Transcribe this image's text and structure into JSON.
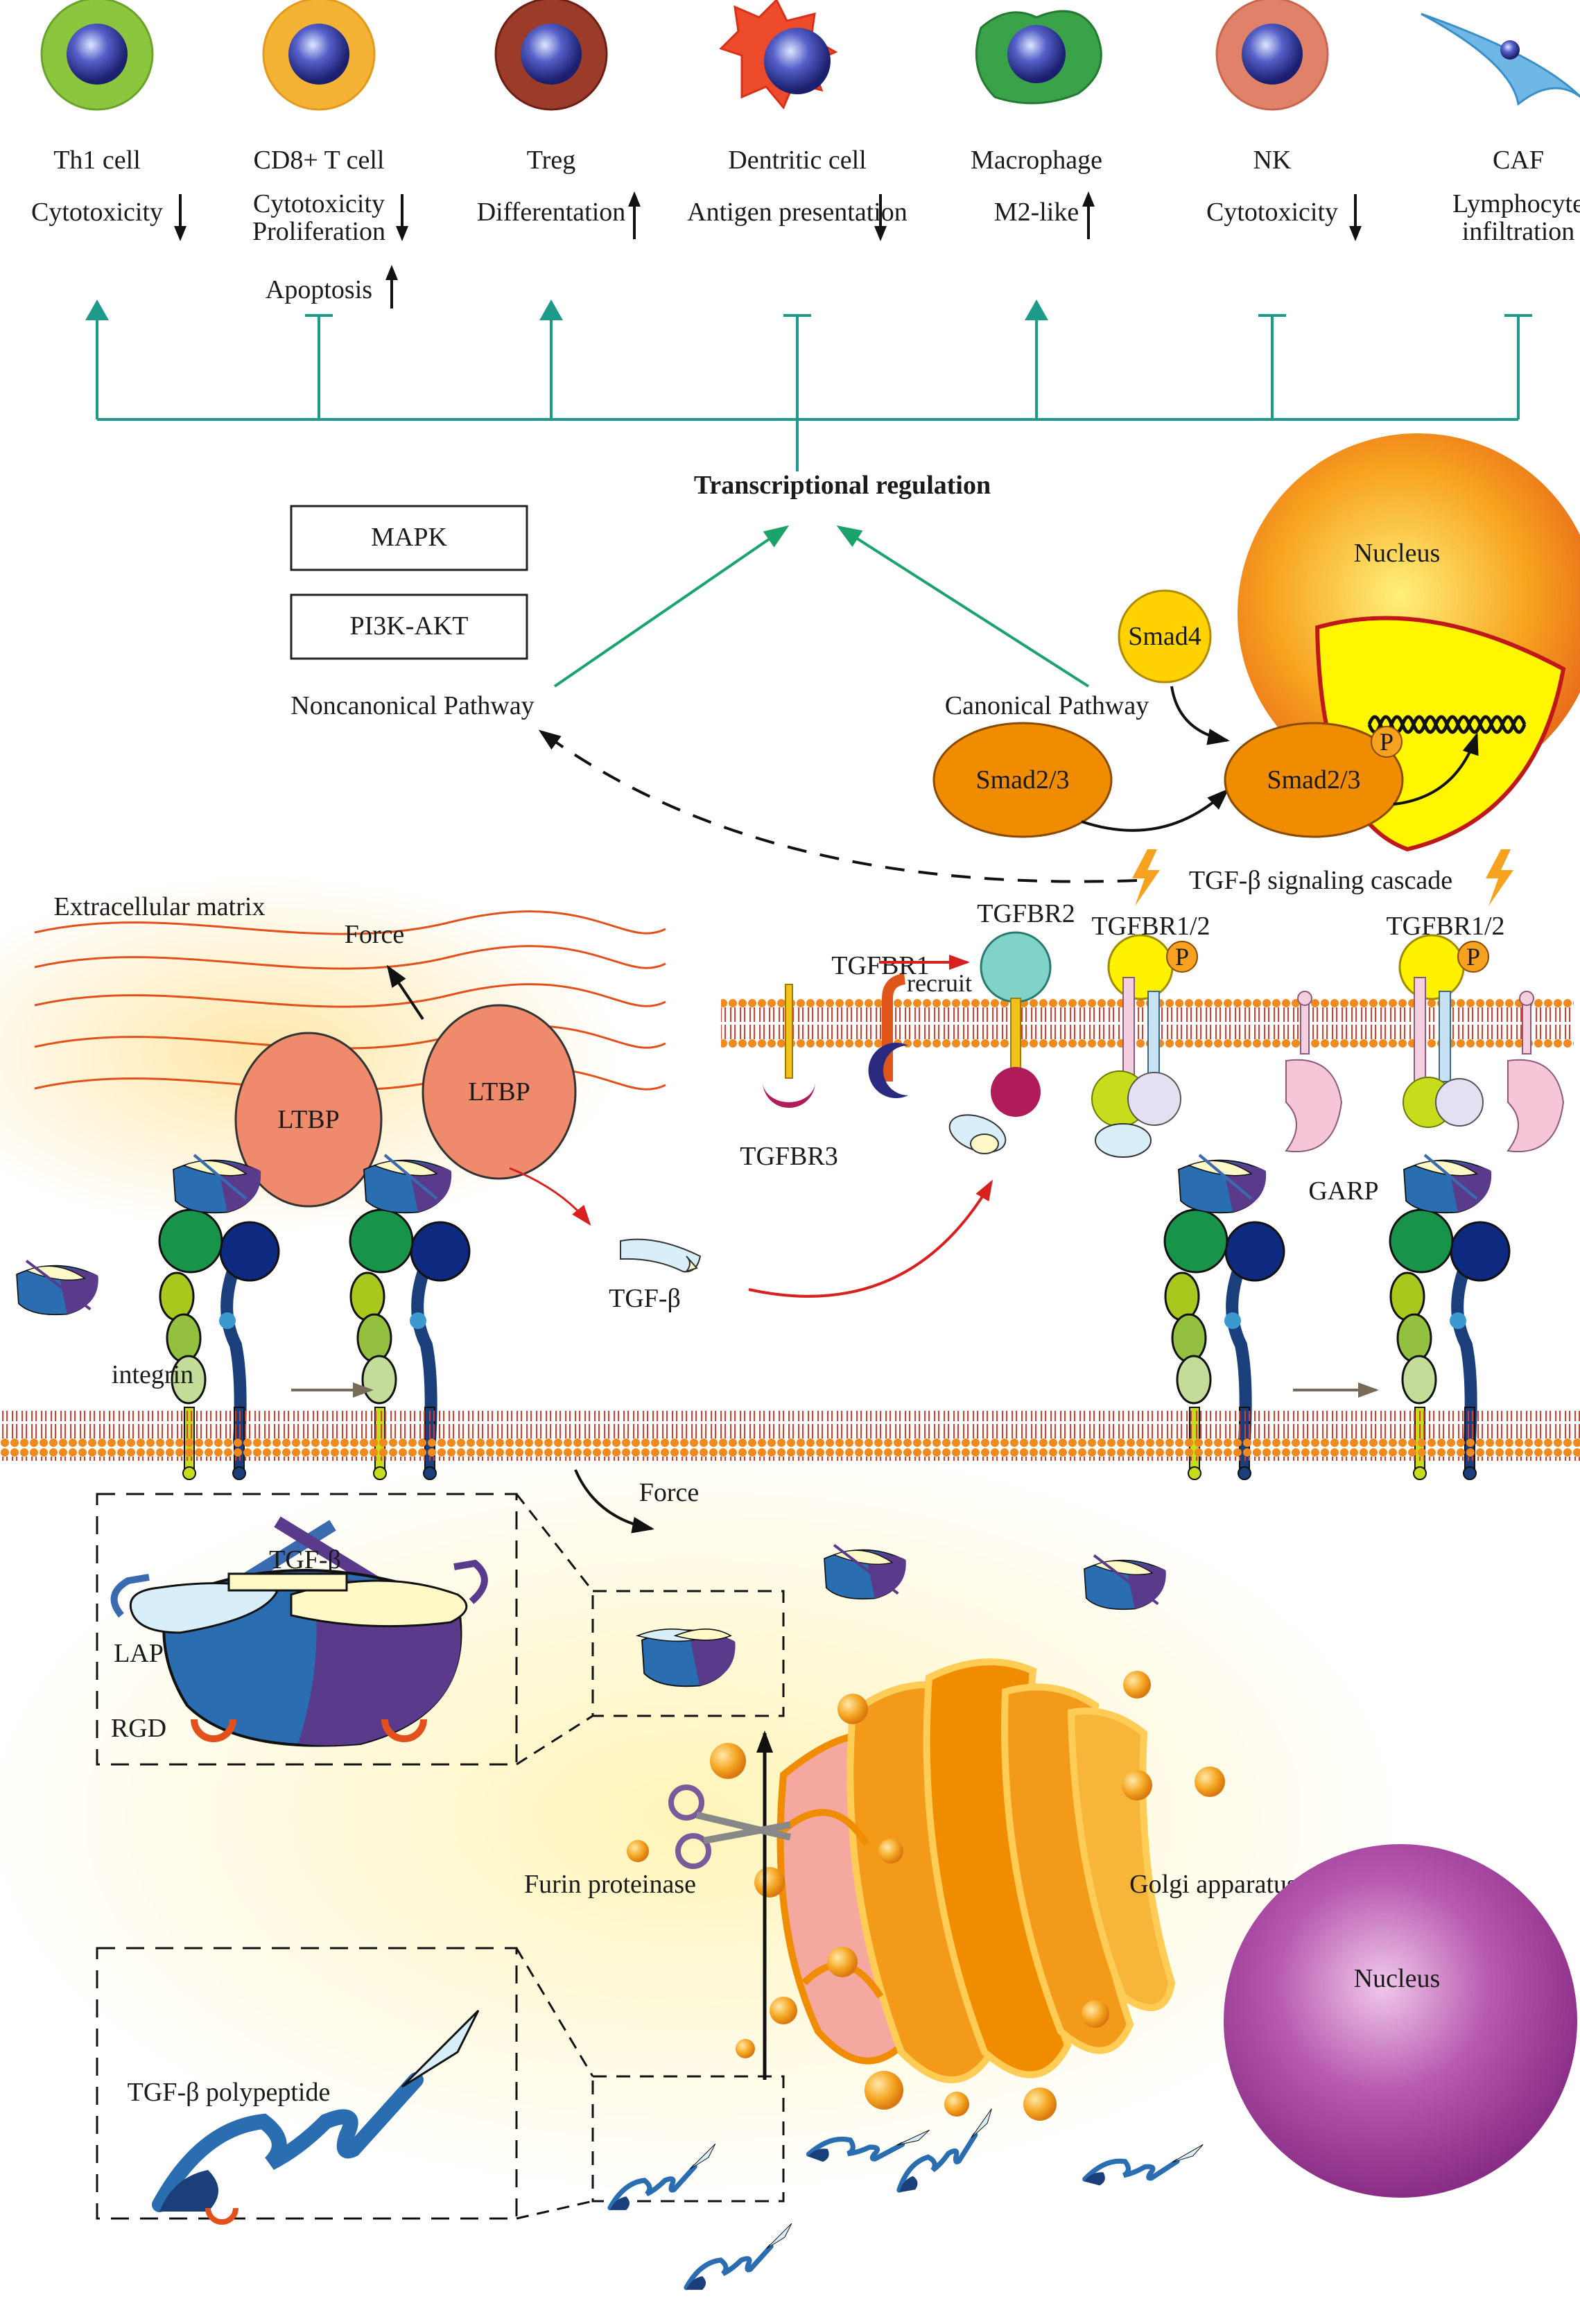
{
  "cells": [
    {
      "name": "Th1 cell",
      "effect": "Cytotoxicity",
      "direction": "down",
      "regulation": "activate",
      "body_color": "#8cc63f",
      "membrane_color": "#6aa32a"
    },
    {
      "name": "CD8+ T cell",
      "effect": "Cytotoxicity",
      "effect2": "Proliferation",
      "direction": "down",
      "extra": "Apoptosis",
      "extra_direction": "up",
      "regulation": "inhibit",
      "body_color": "#f5b335",
      "membrane_color": "#e39a1b"
    },
    {
      "name": "Treg",
      "effect": "Differentation",
      "direction": "up",
      "regulation": "activate",
      "body_color": "#9b3b2a",
      "membrane_color": "#6e1f15"
    },
    {
      "name": "Dentritic cell",
      "effect": "Antigen presentation",
      "direction": "down",
      "regulation": "inhibit",
      "body_color": "#ee4a2c",
      "membrane_color": "#d8301a"
    },
    {
      "name": "Macrophage",
      "effect": "M2-like",
      "direction": "up",
      "regulation": "activate",
      "body_color": "#3aa34a",
      "membrane_color": "#237a33"
    },
    {
      "name": "NK",
      "effect": "Cytotoxicity",
      "direction": "down",
      "regulation": "inhibit",
      "body_color": "#e0826a",
      "membrane_color": "#c96650"
    },
    {
      "name": "CAF",
      "effect": "Lymphocyte",
      "effect2": "infiltration",
      "direction": "down",
      "regulation": "inhibit",
      "body_color": "#6fb8e6",
      "membrane_color": "#3a8fc9"
    }
  ],
  "regulation": {
    "hub_label": "Transcriptional regulation",
    "line_color": "#1e9a8a"
  },
  "pathways": {
    "noncanonical": {
      "label": "Noncanonical Pathway",
      "boxes": [
        "MAPK",
        "PI3K-AKT"
      ]
    },
    "canonical": {
      "label": "Canonical Pathway",
      "smad4": "Smad4",
      "smad23_left": "Smad2/3",
      "smad23_right": "Smad2/3",
      "phospho": "P"
    },
    "arrow_color": "#1aa36a",
    "cascade_label": "TGF-β signaling cascade"
  },
  "nuclei": {
    "top": "Nucleus",
    "bottom": "Nucleus"
  },
  "receptors": {
    "tgfbr1": "TGFBR1",
    "tgfbr2": "TGFBR2",
    "tgfbr12_a": "TGFBR1/2",
    "tgfbr12_b": "TGFBR1/2",
    "tgfbr3": "TGFBR3",
    "recruit": "recruit",
    "garp": "GARP",
    "phospho_a": "P",
    "phospho_b": "P"
  },
  "activation": {
    "ecm": "Extracellular matrix",
    "force_top": "Force",
    "force_bottom": "Force",
    "ltbp_a": "LTBP",
    "ltbp_b": "LTBP",
    "tgfb": "TGF-β",
    "integrin": "integrin"
  },
  "latent_complex": {
    "tgfb": "TGF-β",
    "lap": "LAP",
    "rgd": "RGD"
  },
  "synthesis": {
    "furin": "Furin proteinase",
    "golgi": "Golgi apparatus",
    "polypeptide": "TGF-β polypeptide"
  }
}
